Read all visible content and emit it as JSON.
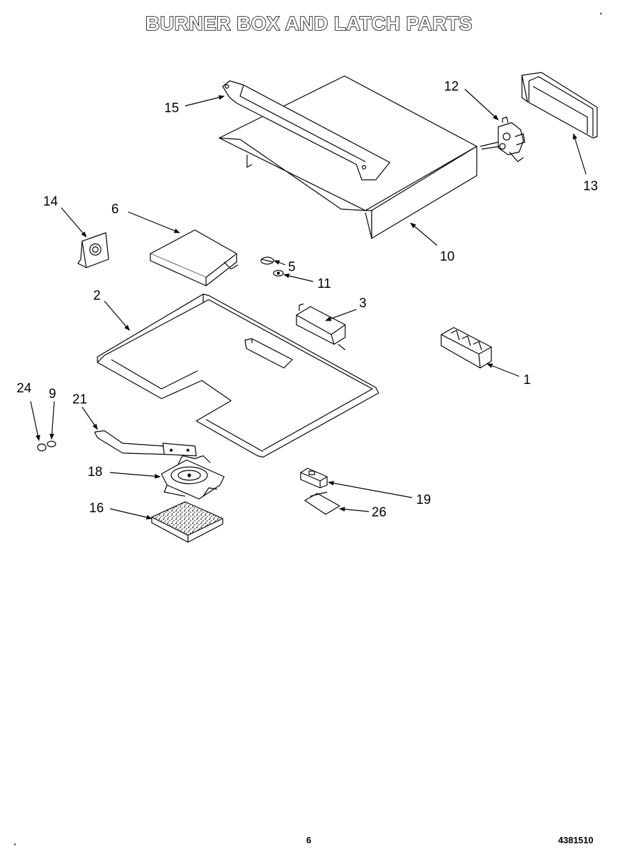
{
  "title": "BURNER BOX AND LATCH PARTS",
  "page_number": "6",
  "doc_number": "4381510",
  "callouts": [
    {
      "id": "c15",
      "text": "15"
    },
    {
      "id": "c12",
      "text": "12"
    },
    {
      "id": "c13",
      "text": "13"
    },
    {
      "id": "c14",
      "text": "14"
    },
    {
      "id": "c6",
      "text": "6"
    },
    {
      "id": "c10",
      "text": "10"
    },
    {
      "id": "c5",
      "text": "5"
    },
    {
      "id": "c11",
      "text": "11"
    },
    {
      "id": "c2",
      "text": "2"
    },
    {
      "id": "c3",
      "text": "3"
    },
    {
      "id": "c1",
      "text": "1"
    },
    {
      "id": "c24",
      "text": "24"
    },
    {
      "id": "c9",
      "text": "9"
    },
    {
      "id": "c21",
      "text": "21"
    },
    {
      "id": "c18",
      "text": "18"
    },
    {
      "id": "c19",
      "text": "19"
    },
    {
      "id": "c16",
      "text": "16"
    },
    {
      "id": "c26",
      "text": "26"
    }
  ]
}
